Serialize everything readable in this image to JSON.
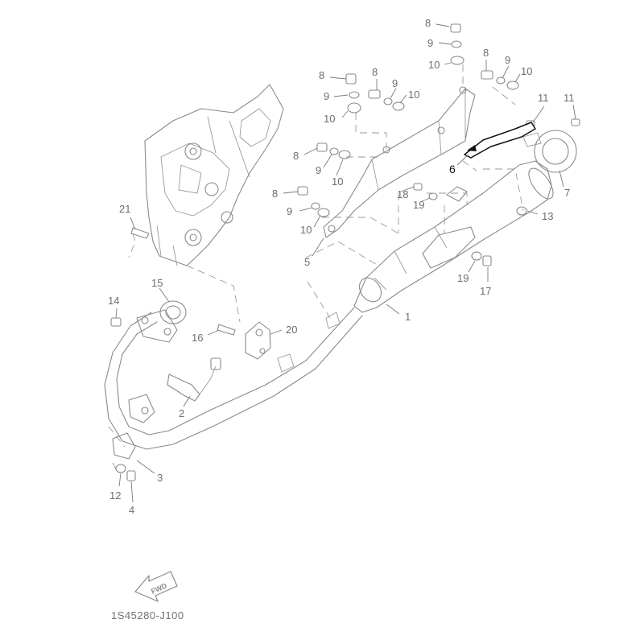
{
  "diagram": {
    "catalog_code": "1S45280-J100",
    "fwd_label": "FWD",
    "highlighted_part": "6",
    "callouts": [
      "8",
      "9",
      "10",
      "8",
      "9",
      "10",
      "8",
      "9",
      "10",
      "8",
      "9",
      "10",
      "11",
      "11",
      "6",
      "7",
      "8",
      "9",
      "10",
      "18",
      "19",
      "13",
      "21",
      "5",
      "19",
      "17",
      "15",
      "14",
      "1",
      "16",
      "20",
      "2",
      "3",
      "12",
      "4",
      "8",
      "9",
      "10"
    ]
  }
}
